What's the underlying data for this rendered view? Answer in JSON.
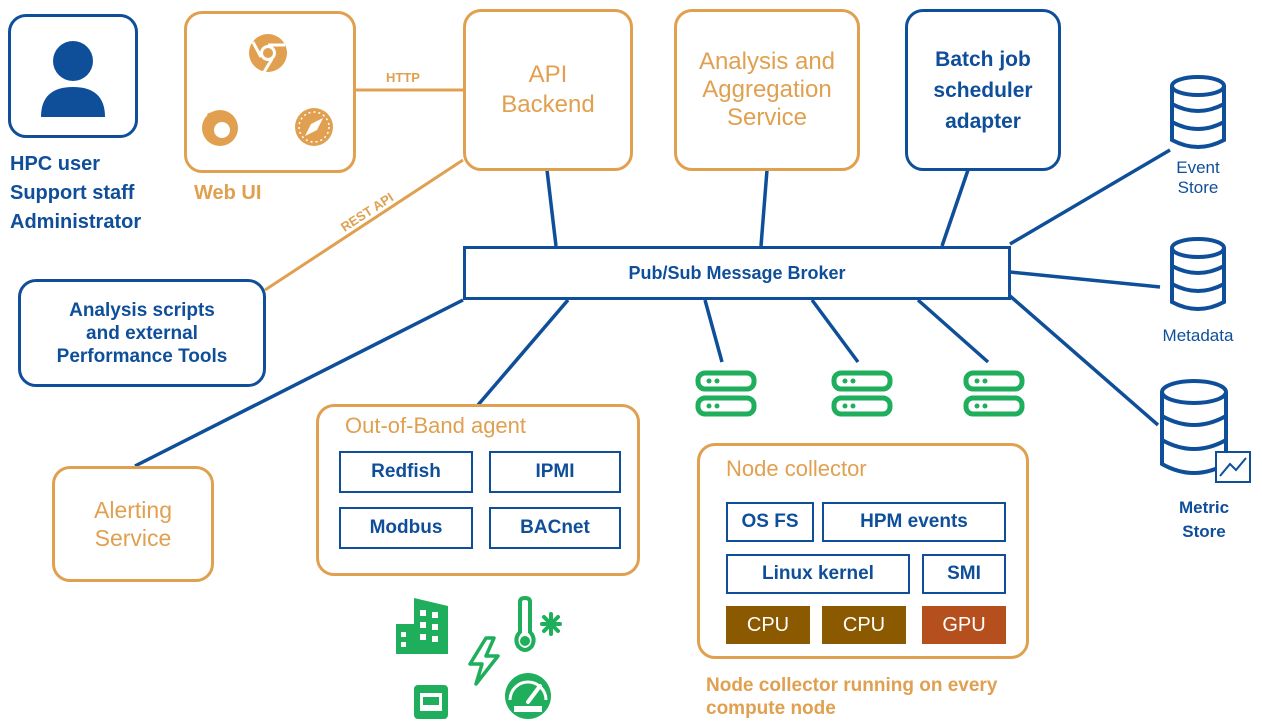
{
  "colors": {
    "blue": "#0f4f9a",
    "orange": "#e0a050",
    "green": "#1fae5c",
    "cpu": "#8b5a00",
    "gpu": "#b5501e"
  },
  "users": {
    "icon": "person-icon",
    "lines": [
      "HPC user",
      "Support staff",
      "Administrator"
    ]
  },
  "web_ui": {
    "label": "Web UI",
    "icons": [
      "chrome-icon",
      "firefox-icon",
      "safari-icon"
    ]
  },
  "links": {
    "http": "HTTP",
    "rest_api": "REST API"
  },
  "api_backend": {
    "label": "API\nBackend"
  },
  "analysis_service": {
    "label": "Analysis and\nAggregation\nService"
  },
  "batch_adapter": {
    "label": "Batch job\nscheduler\nadapter"
  },
  "broker": {
    "label": "Pub/Sub Message Broker"
  },
  "analysis_scripts": {
    "label": "Analysis scripts\nand external\nPerformance Tools"
  },
  "alerting": {
    "label": "Alerting\nService"
  },
  "stores": [
    {
      "label": "Event\nStore",
      "icon": "database-icon"
    },
    {
      "label": "Metadata",
      "icon": "database-icon"
    },
    {
      "label": "Metric\nStore",
      "icon": "database-chart-icon"
    }
  ],
  "oob_agent": {
    "title": "Out-of-Band agent",
    "items": [
      "Redfish",
      "IPMI",
      "Modbus",
      "BACnet"
    ],
    "icons": [
      "building-icon",
      "thermometer-snow-icon",
      "power-icon",
      "network-port-icon",
      "gauge-icon"
    ]
  },
  "servers": {
    "icon": "server-icon"
  },
  "node_collector": {
    "title": "Node collector",
    "items": [
      "OS FS",
      "HPM events",
      "Linux kernel",
      "SMI"
    ],
    "chips": [
      "CPU",
      "CPU",
      "GPU"
    ],
    "caption": "Node collector running on every\ncompute node"
  }
}
